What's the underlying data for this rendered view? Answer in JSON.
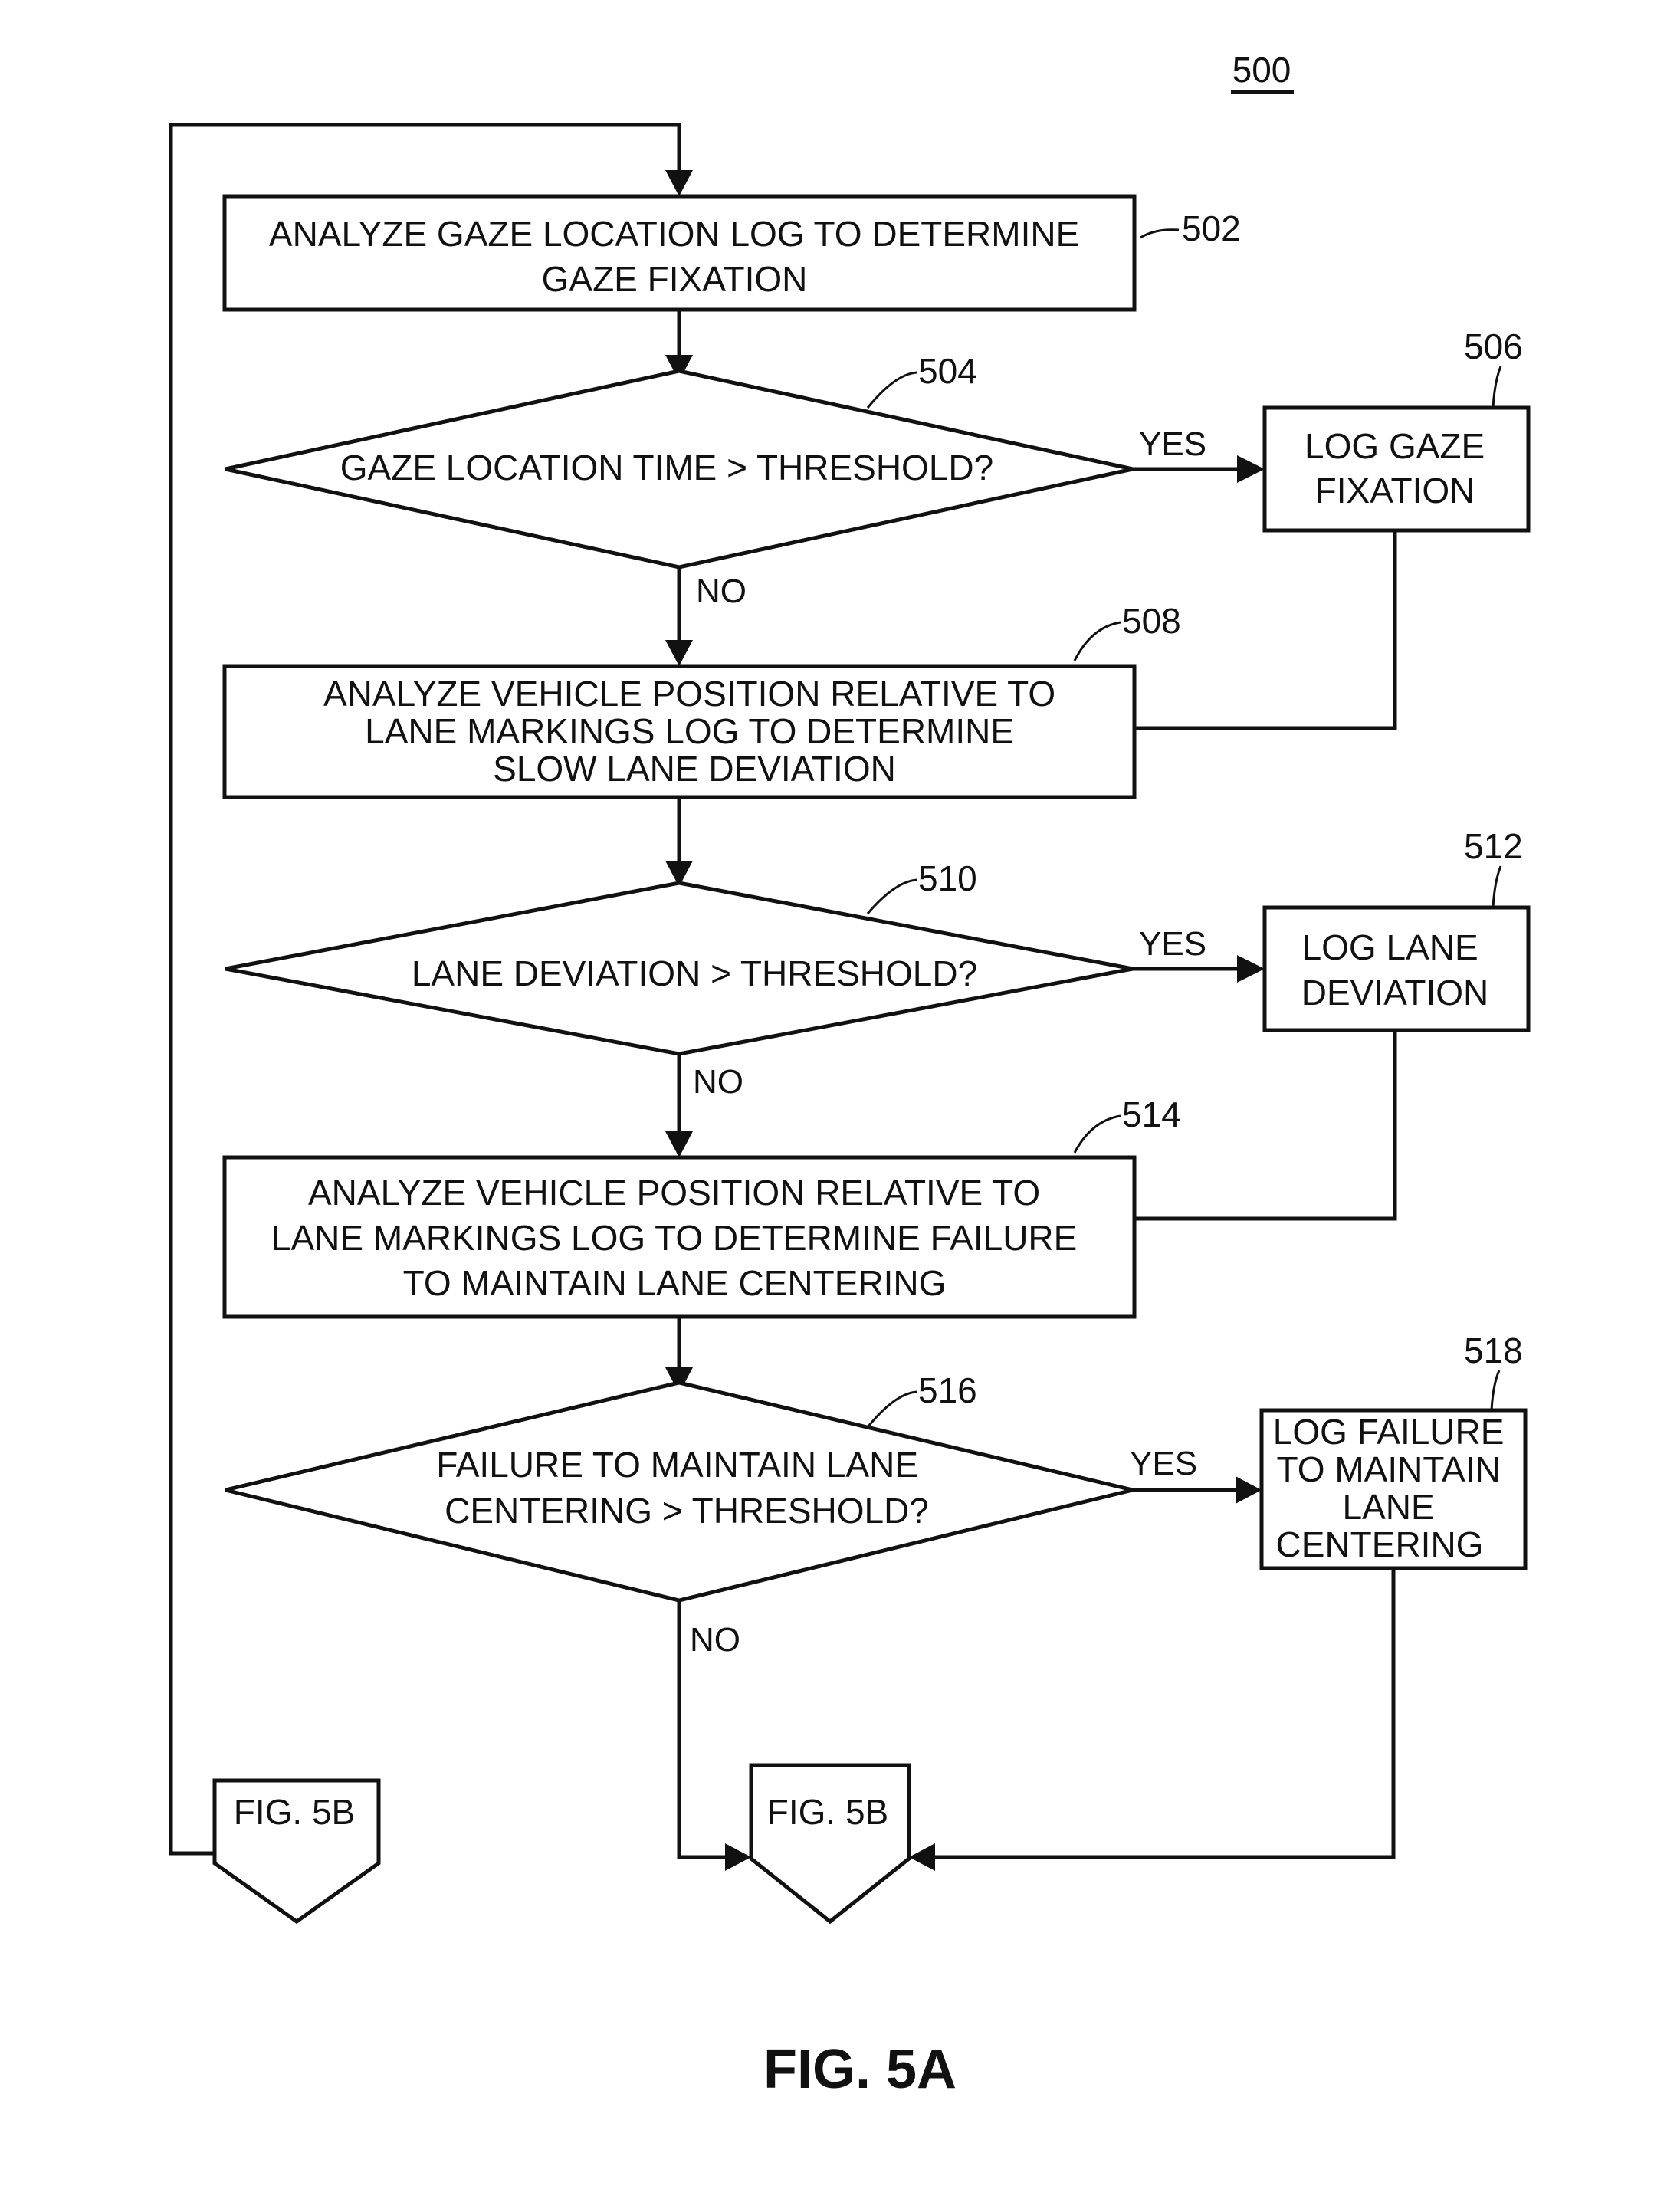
{
  "diagram_ref": "500",
  "figure_caption": "FIG. 5A",
  "steps": {
    "s502": {
      "ref": "502",
      "lines": [
        "ANALYZE GAZE LOCATION LOG TO DETERMINE",
        "GAZE FIXATION"
      ]
    },
    "s504": {
      "ref": "504",
      "lines": [
        "GAZE LOCATION TIME > THRESHOLD?"
      ]
    },
    "s506": {
      "ref": "506",
      "lines": [
        "LOG GAZE",
        "FIXATION"
      ]
    },
    "s508": {
      "ref": "508",
      "lines": [
        "ANALYZE VEHICLE POSITION RELATIVE TO",
        "LANE MARKINGS LOG TO DETERMINE",
        "SLOW LANE DEVIATION"
      ]
    },
    "s510": {
      "ref": "510",
      "lines": [
        "LANE DEVIATION > THRESHOLD?"
      ]
    },
    "s512": {
      "ref": "512",
      "lines": [
        "LOG LANE",
        "DEVIATION"
      ]
    },
    "s514": {
      "ref": "514",
      "lines": [
        "ANALYZE VEHICLE POSITION RELATIVE TO",
        "LANE MARKINGS LOG TO DETERMINE FAILURE",
        "TO MAINTAIN LANE CENTERING"
      ]
    },
    "s516": {
      "ref": "516",
      "lines": [
        "FAILURE TO MAINTAIN LANE",
        "CENTERING > THRESHOLD?"
      ]
    },
    "s518": {
      "ref": "518",
      "lines": [
        "LOG FAILURE",
        "TO MAINTAIN",
        "LANE",
        "CENTERING"
      ]
    }
  },
  "edge_labels": {
    "yes_504": "YES",
    "no_504": "NO",
    "yes_510": "YES",
    "no_510": "NO",
    "yes_516": "YES",
    "no_516": "NO"
  },
  "connectors": {
    "left": "FIG. 5B",
    "right": "FIG. 5B"
  }
}
